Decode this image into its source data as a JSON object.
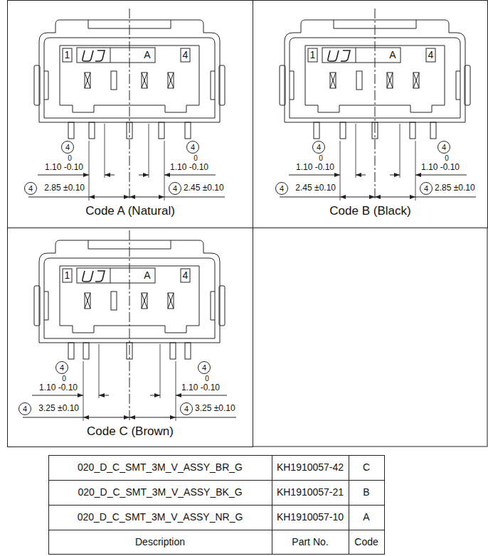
{
  "diagram": {
    "nodes": [
      {
        "text": [
          "Code A (Natural)"
        ]
      },
      {
        "text": [
          "Code B (Black)"
        ]
      },
      {
        "text": [
          "Code C (Brown)"
        ]
      },
      {
        "text": [
          "4"
        ],
        "in": 0
      },
      {
        "text": [
          "4"
        ],
        "in": 0
      },
      {
        "text": [
          "4"
        ],
        "in": 0
      },
      {
        "text": [
          "4"
        ],
        "in": 0
      },
      {
        "text": [
          "4"
        ],
        "in": 1
      },
      {
        "text": [
          "4"
        ],
        "in": 1
      },
      {
        "text": [
          "4"
        ],
        "in": 1
      },
      {
        "text": [
          "4"
        ],
        "in": 1
      },
      {
        "text": [
          "4"
        ],
        "in": 2
      },
      {
        "text": [
          "4"
        ],
        "in": 2
      },
      {
        "text": [
          "4"
        ],
        "in": 2
      },
      {
        "text": [
          "4"
        ],
        "in": 2
      }
    ],
    "labels": [
      "1",
      "A",
      "4",
      "0",
      "1.10 -0.10",
      "0",
      "1.10 -0.10",
      "2.85 ±0.10",
      "2.45 ±0.10",
      "1",
      "A",
      "4",
      "0",
      "1.10 -0.10",
      "0",
      "1.10 -0.10",
      "2.45 ±0.10",
      "2.85 ±0.10",
      "1",
      "A",
      "4",
      "0",
      "1.10 -0.10",
      "0",
      "1.10 -0.10",
      "3.25 ±0.10",
      "3.25 ±0.10",
      "020_D_C_SMT_3M_V_ASSY_BR_G",
      "KH1910057-42",
      "C",
      "020_D_C_SMT_3M_V_ASSY_BK_G",
      "KH1910057-21",
      "B",
      "020_D_C_SMT_3M_V_ASSY_NR_G",
      "KH1910057-10",
      "A",
      "Description",
      "Part No.",
      "Code"
    ]
  }
}
